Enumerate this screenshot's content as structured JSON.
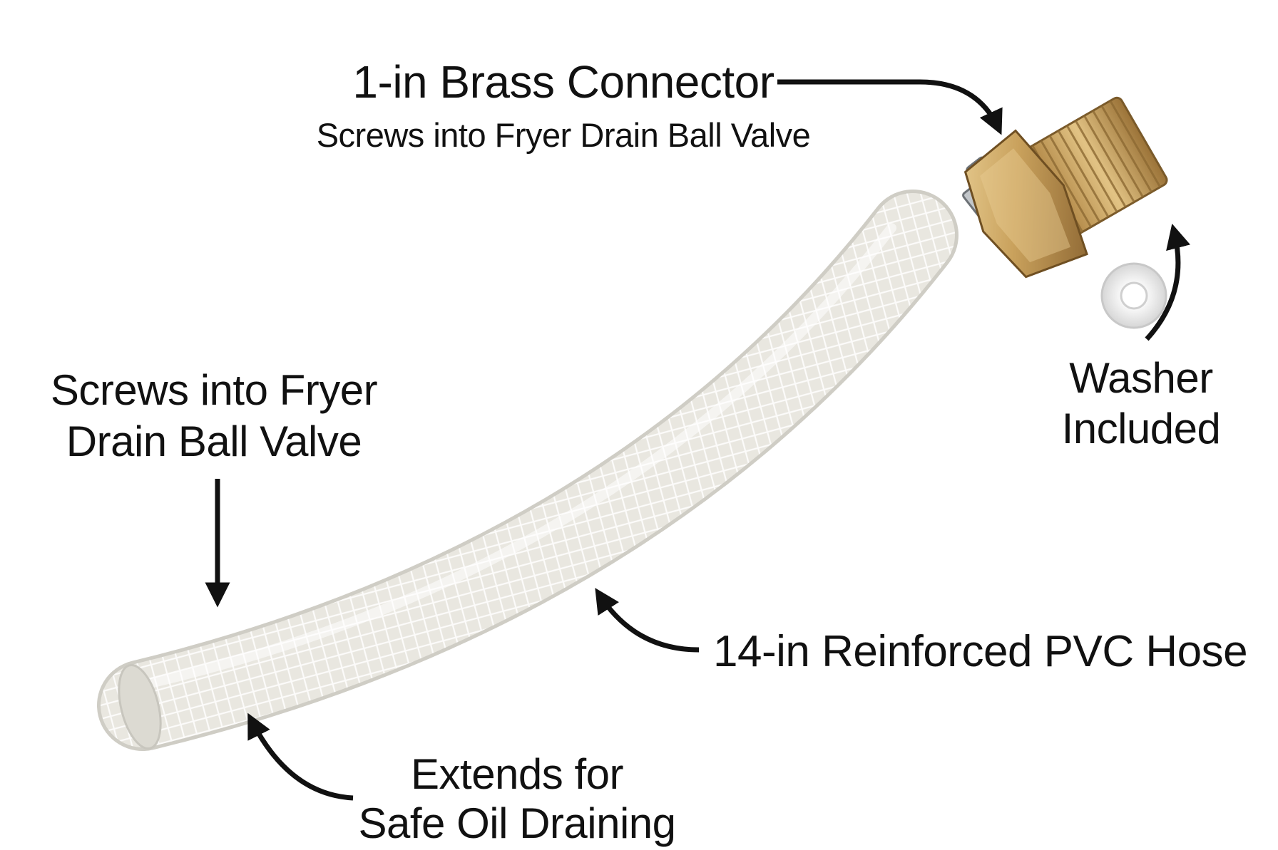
{
  "labels": {
    "brass_connector": {
      "title": "1-in Brass Connector",
      "subtitle": "Screws into Fryer Drain Ball Valve"
    },
    "left_end": {
      "line1": "Screws into Fryer",
      "line2": "Drain Ball Valve"
    },
    "washer": {
      "line1": "Washer",
      "line2": "Included"
    },
    "hose": {
      "text": "14-in Reinforced PVC Hose"
    },
    "extends": {
      "line1": "Extends for",
      "line2": "Safe Oil Draining"
    }
  },
  "colors": {
    "background": "#ffffff",
    "text": "#111111",
    "hose": "#e9e7e0",
    "hose_mesh": "#ffffff",
    "brass": "#c9a15c",
    "clamp": "#a9aeb3",
    "washer": "#eeeeee"
  }
}
